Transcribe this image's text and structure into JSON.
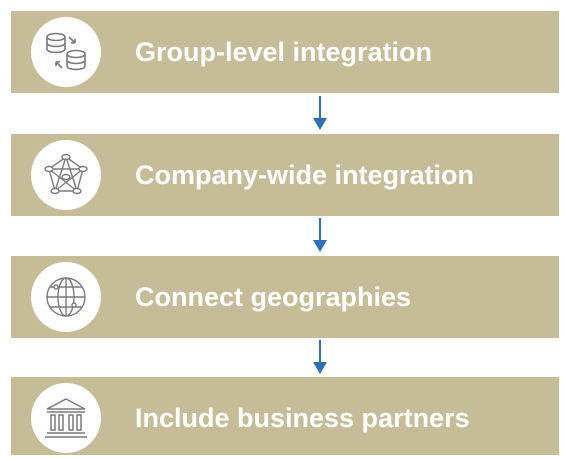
{
  "colors": {
    "band": "#c6bc97",
    "arrow": "#2e6fb6",
    "icon_stroke": "#7a7a7a",
    "label": "#ffffff"
  },
  "steps": [
    {
      "label": "Group-level integration",
      "icon": "database-sync-icon"
    },
    {
      "label": "Company-wide integration",
      "icon": "network-nodes-icon"
    },
    {
      "label": "Connect geographies",
      "icon": "globe-icon"
    },
    {
      "label": "Include business partners",
      "icon": "institution-building-icon"
    }
  ]
}
